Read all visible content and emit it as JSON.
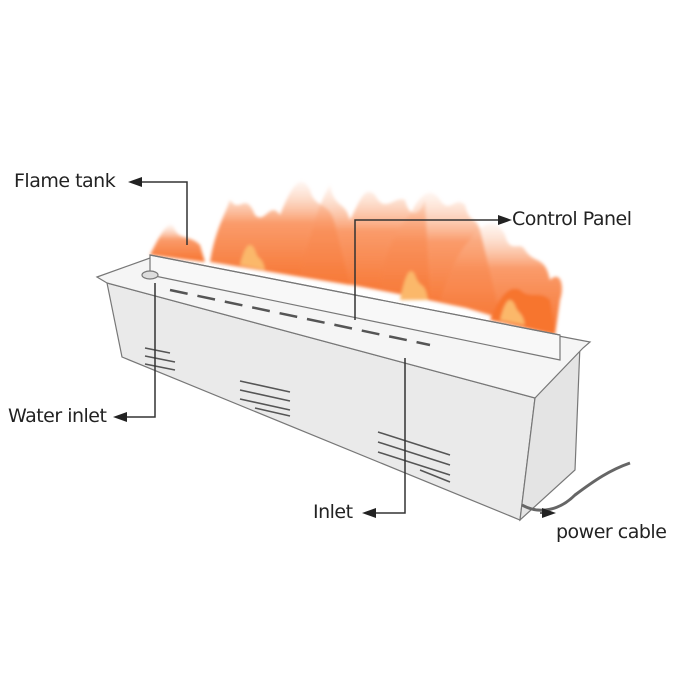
{
  "labels": {
    "flame_tank": "Flame tank",
    "control_panel": "Control Panel",
    "water_inlet": "Water inlet",
    "inlet": "Inlet",
    "power_cable": "power cable"
  },
  "colors": {
    "flame": "#f7834a",
    "flame_core": "#fbb86a",
    "line": "#333333",
    "body": "#ececec"
  }
}
